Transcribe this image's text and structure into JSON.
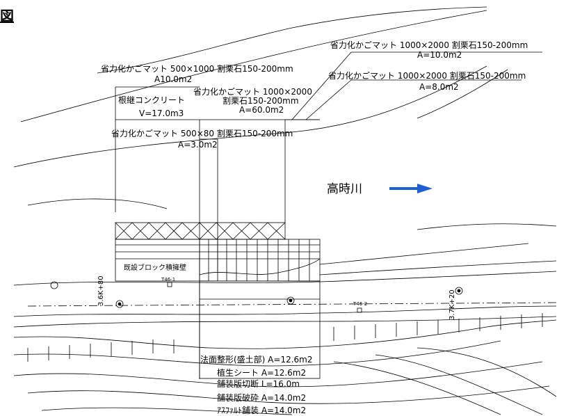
{
  "title_char": "図",
  "river": {
    "name": "高時川",
    "arrow_color": "#1f5fd6"
  },
  "labels": {
    "mat_top_right_1": "省力化かごマット 1000×2000 割栗石150-200mm",
    "mat_top_right_1_area": "A=10.0m2",
    "mat_top_right_2": "省力化かごマット 1000×2000 割栗石150-200mm",
    "mat_top_right_2_area": "A=8.0m2",
    "mat_left_top": "省力化かごマット 500×1000 割栗石150-200mm",
    "mat_left_top_area": "A10.0m2",
    "root_concrete": "根継コンクリート",
    "root_concrete_vol": "V=17.0m3",
    "mat_center": "省力化かごマット 1000×2000",
    "mat_center_stone": "割栗石150-200mm",
    "mat_center_area": "A=60.0m2",
    "mat_small": "省力化かごマット 500×80 割栗石150-200mm",
    "mat_small_area": "A=3.0m2",
    "existing_wall": "既設ブロック積擁壁",
    "t46_1": "T46-1",
    "t46_2": "T46-2",
    "station_left": "3.6K+80",
    "station_right": "3.7K+20"
  },
  "bottom_items": [
    "法面整形(盛土部) A=12.6m2",
    "植生シート A=12.6m2",
    "舗装版切断 L=16.0m",
    "舗装版破砕 A=14.0m2",
    "ｱｽﾌｧﾙﾄ舗装 A=14.0m2"
  ]
}
